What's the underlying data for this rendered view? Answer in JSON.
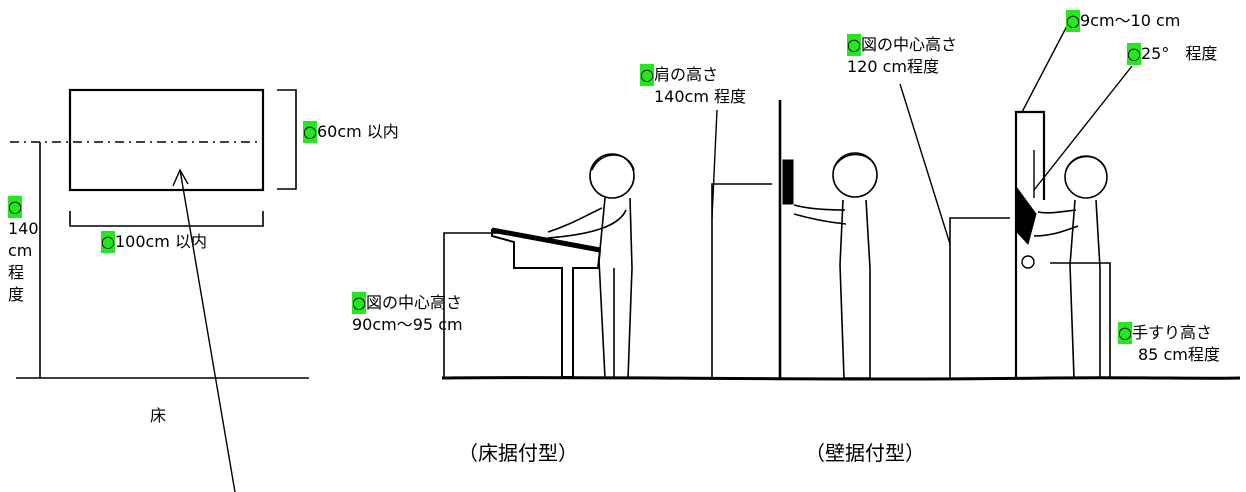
{
  "marker": "○",
  "marker_color": "#22e81e",
  "left_diagram": {
    "height_label": "60cm 以内",
    "width_label": "100cm 以内",
    "elevation_chars": [
      "140",
      "cm",
      "程",
      "度"
    ],
    "floor_label": "床"
  },
  "right_diagram": {
    "floor_center": {
      "title": "図の中心高さ",
      "value": "90cm～95 cm"
    },
    "shoulder": {
      "title": "肩の高さ",
      "value": "140cm 程度"
    },
    "wall_center": {
      "title": "図の中心高さ",
      "value": "120 cm程度"
    },
    "depth": {
      "title": "9cm～10 cm"
    },
    "angle": {
      "title": "25°　程度"
    },
    "handrail": {
      "title": "手すり高さ",
      "value": "85 cm程度"
    },
    "caption_floor": "（床据付型）",
    "caption_wall": "（壁据付型）"
  }
}
